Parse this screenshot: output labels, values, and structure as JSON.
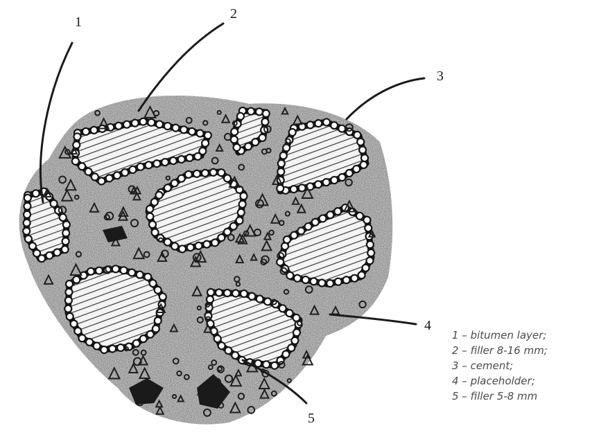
{
  "diagram": {
    "callouts": [
      "1",
      "2",
      "3",
      "4",
      "5"
    ],
    "legend": [
      "1 – bitumen layer;",
      "2 – filler 8-16 mm;",
      "3 – cement;",
      "4 – placeholder;",
      "5 – filler 5-8 mm"
    ],
    "colors": {
      "outline": "#141414",
      "matrix": "#b9b9b9",
      "hatch": "#3a3a3a",
      "legend_text": "#4a4a4a"
    }
  }
}
